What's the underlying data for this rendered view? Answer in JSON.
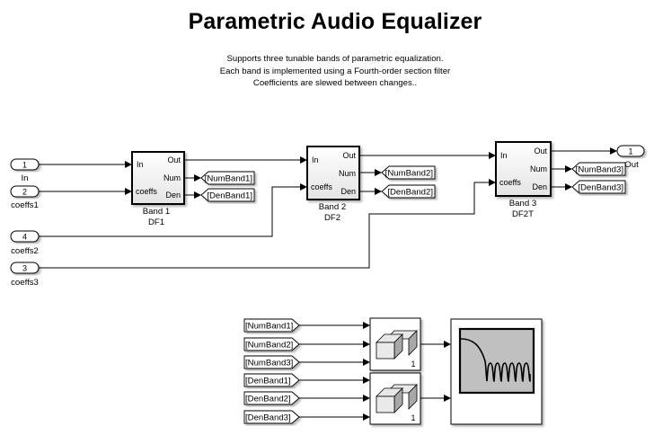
{
  "title": "Parametric Audio Equalizer",
  "description": [
    "Supports three tunable bands of parametric equalization.",
    "Each band is implemented using a Fourth-order section filter",
    "Coefficients are slewed between changes.."
  ],
  "inports": [
    {
      "number": "1",
      "name": "In"
    },
    {
      "number": "2",
      "name": "coeffs1"
    },
    {
      "number": "4",
      "name": "coeffs2"
    },
    {
      "number": "3",
      "name": "coeffs3"
    }
  ],
  "outports": [
    {
      "number": "1",
      "name": "Out"
    }
  ],
  "bands": [
    {
      "name": "Band 1",
      "structure": "DF1",
      "ports_in": [
        "In",
        "coeffs"
      ],
      "ports_out": [
        "Out",
        "Num",
        "Den"
      ]
    },
    {
      "name": "Band 2",
      "structure": "DF2",
      "ports_in": [
        "In",
        "coeffs"
      ],
      "ports_out": [
        "Out",
        "Num",
        "Den"
      ]
    },
    {
      "name": "Band 3",
      "structure": "DF2T",
      "ports_in": [
        "In",
        "coeffs"
      ],
      "ports_out": [
        "Out",
        "Num",
        "Den"
      ]
    }
  ],
  "goto_tags": [
    "[NumBand1]",
    "[DenBand1]",
    "[NumBand2]",
    "[DenBand2]",
    "[NumBand3]",
    "[DenBand3]"
  ],
  "from_tags": [
    "[NumBand1]",
    "[NumBand2]",
    "[NumBand3]",
    "[DenBand1]",
    "[DenBand2]",
    "[DenBand3]"
  ],
  "concat_blocks": [
    {
      "dim": "1"
    },
    {
      "dim": "1"
    }
  ],
  "colors": {
    "line": "#000000",
    "block_fill_top": "#ffffff",
    "block_fill_bottom": "#e6e6e6",
    "display_bg": "#c0c0c0"
  }
}
